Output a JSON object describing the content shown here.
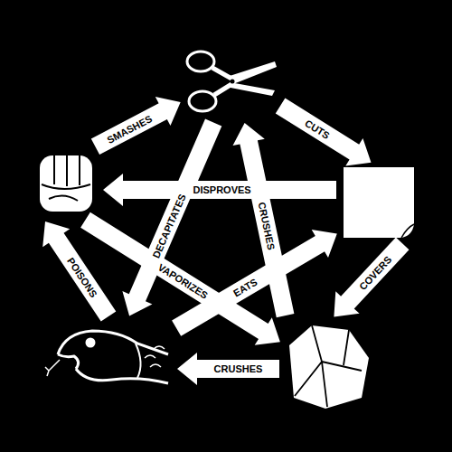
{
  "diagram": {
    "nodes": [
      {
        "text": []
      },
      {
        "text": []
      },
      {
        "text": []
      },
      {
        "text": []
      },
      {
        "text": []
      }
    ],
    "edges": [
      {
        "from": 1,
        "to": 0,
        "arrow": "to",
        "label": "SMASHES"
      },
      {
        "from": 0,
        "to": 2,
        "arrow": "to",
        "label": "CUTS"
      },
      {
        "from": 2,
        "to": 1,
        "arrow": "to",
        "label": "DISPROVES"
      },
      {
        "from": 0,
        "to": 3,
        "arrow": "to",
        "label": "DECAPITATES"
      },
      {
        "from": 4,
        "to": 0,
        "arrow": "to",
        "label": "CRUSHES"
      },
      {
        "from": 1,
        "to": 4,
        "arrow": "to",
        "label": "VAPORIZES"
      },
      {
        "from": 3,
        "to": 2,
        "arrow": "to",
        "label": "EATS"
      },
      {
        "from": 3,
        "to": 1,
        "arrow": "to",
        "label": "POISONS"
      },
      {
        "from": 2,
        "to": 4,
        "arrow": "to",
        "label": "COVERS"
      },
      {
        "from": 4,
        "to": 3,
        "arrow": "to",
        "label": "CRUSHES"
      }
    ]
  }
}
